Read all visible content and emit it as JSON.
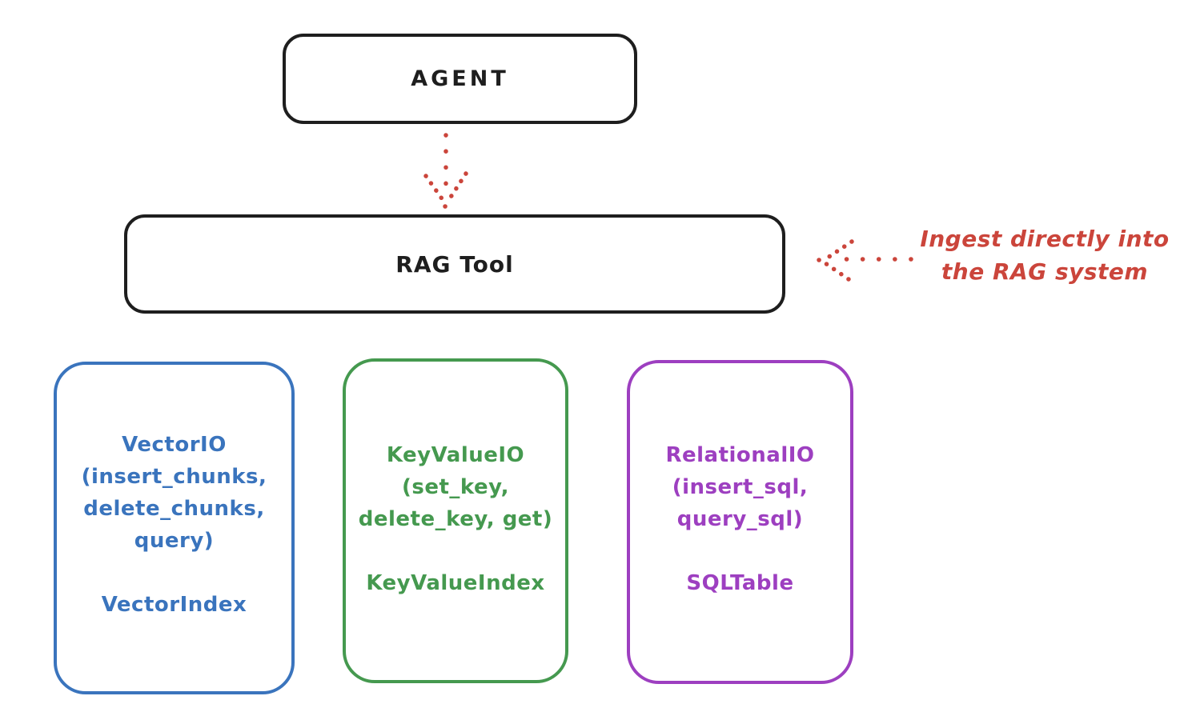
{
  "colors": {
    "background": "#ffffff",
    "ink": "#1e1e1e",
    "red": "#cb453b",
    "blue": "#3a74bd",
    "green": "#45994f",
    "purple": "#9d3fc0"
  },
  "nodes": {
    "agent": {
      "label": "AGENT"
    },
    "rag_tool": {
      "label": "RAG Tool"
    },
    "vector_io": {
      "label": "VectorIO\n(insert_chunks,\ndelete_chunks,\nquery)",
      "index_label": "VectorIndex"
    },
    "key_value_io": {
      "label": "KeyValueIO\n(set_key,\ndelete_key, get)",
      "index_label": "KeyValueIndex"
    },
    "relational_io": {
      "label": "RelationalIO\n(insert_sql,\nquery_sql)",
      "index_label": "SQLTable"
    }
  },
  "annotations": {
    "ingest": {
      "label": "Ingest directly into\nthe RAG system"
    }
  },
  "arrows": {
    "agent_to_rag": {
      "style": "dotted",
      "color": "red",
      "direction": "down"
    },
    "ingest_to_rag": {
      "style": "dotted",
      "color": "red",
      "direction": "left"
    }
  }
}
